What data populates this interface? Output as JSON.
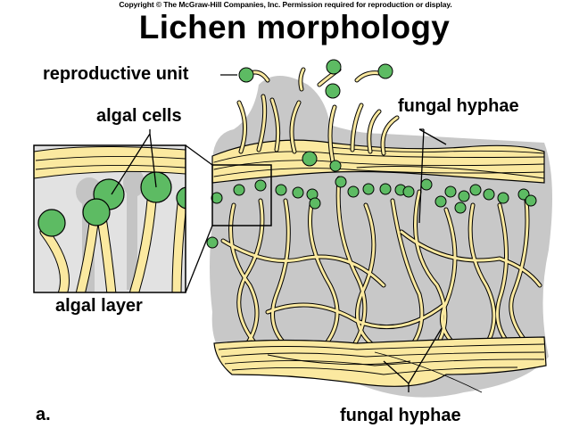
{
  "copyright": "Copyright © The McGraw-Hill Companies, Inc. Permission required for reproduction or display.",
  "title": "Lichen morphology",
  "panel_letter": "a.",
  "labels": {
    "reproductive_unit": "reproductive unit",
    "algal_cells": "algal cells",
    "algal_layer": "algal layer",
    "fungal_hyphae_upper": "fungal hyphae",
    "fungal_hyphae_lower": "fungal hyphae"
  },
  "colors": {
    "hyphae": "#fbe9a0",
    "algae": "#5dbb63",
    "background_tissue": "#c8c8c8",
    "inset_background": "#e2e2e2",
    "outline": "#000000"
  }
}
